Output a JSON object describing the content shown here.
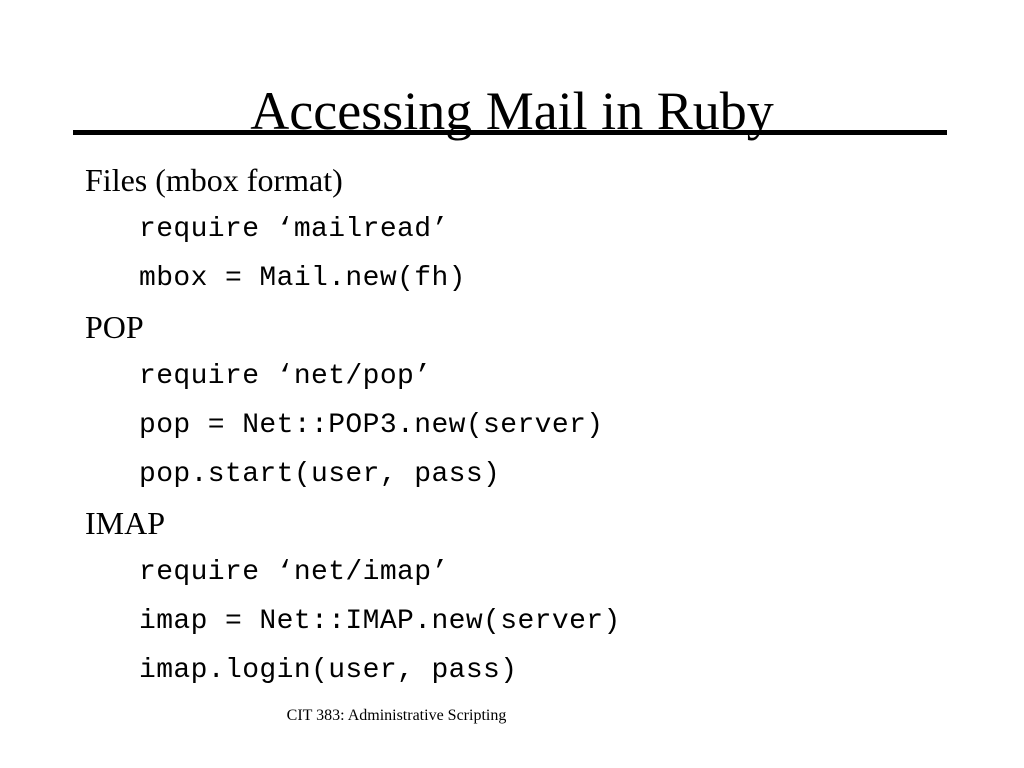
{
  "slide": {
    "title": "Accessing Mail in Ruby",
    "footer": "CIT 383: Administrative Scripting",
    "colors": {
      "background": "#ffffff",
      "text": "#000000",
      "rule": "#000000"
    },
    "sections": [
      {
        "heading": "Files (mbox format)",
        "lines": [
          "require ‘mailread’",
          "mbox = Mail.new(fh)"
        ]
      },
      {
        "heading": "POP",
        "lines": [
          "require ‘net/pop’",
          "pop = Net::POP3.new(server)",
          "pop.start(user, pass)"
        ]
      },
      {
        "heading": "IMAP",
        "lines": [
          "require ‘net/imap’",
          "imap = Net::IMAP.new(server)",
          "imap.login(user, pass)"
        ]
      }
    ]
  }
}
